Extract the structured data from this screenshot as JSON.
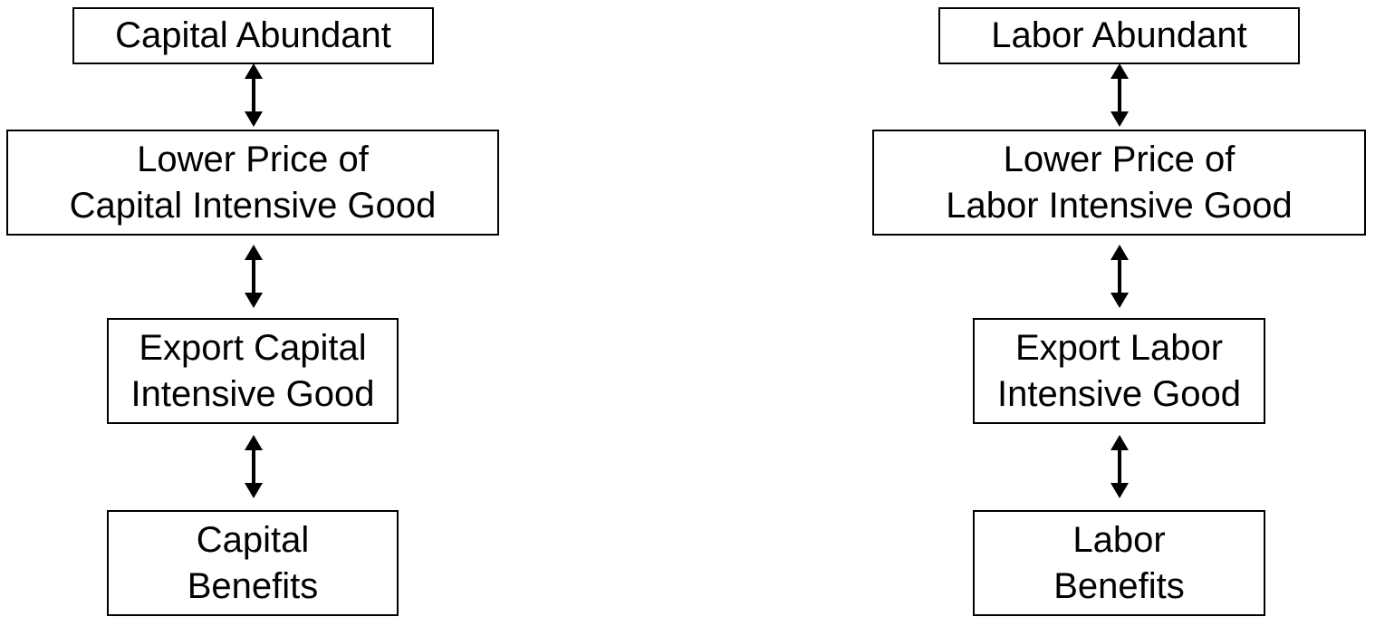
{
  "diagram": {
    "left": {
      "top_box": [
        "Capital Abundant"
      ],
      "price_box": [
        "Lower Price of",
        "Capital Intensive Good"
      ],
      "export_box": [
        "Export Capital",
        "Intensive Good"
      ],
      "benefit_box": [
        "Capital",
        "Benefits"
      ]
    },
    "right": {
      "top_box": [
        "Labor Abundant"
      ],
      "price_box": [
        "Lower Price of",
        "Labor Intensive Good"
      ],
      "export_box": [
        "Export Labor",
        "Intensive Good"
      ],
      "benefit_box": [
        "Labor",
        "Benefits"
      ]
    }
  }
}
